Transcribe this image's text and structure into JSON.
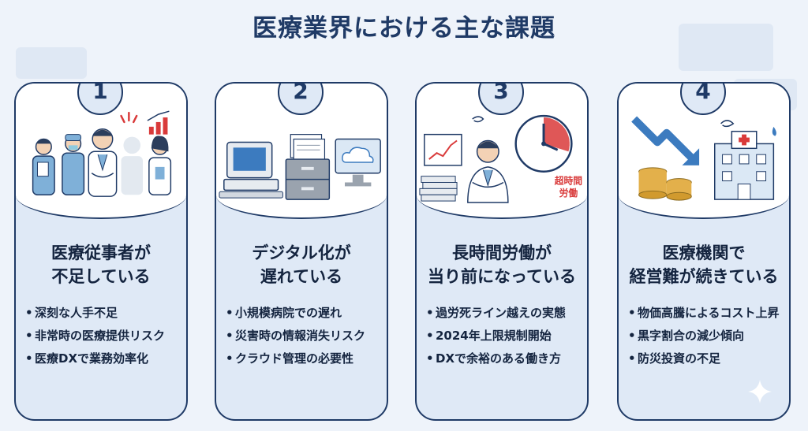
{
  "title": "医療業界における主な課題",
  "cards": [
    {
      "number": "1",
      "heading": [
        "医療従事者が",
        "不足している"
      ],
      "bullets": [
        "深刻な人手不足",
        "非常時の医療提供リスク",
        "医療DXで業務効率化"
      ],
      "icon": "medical-staff-shortage-illustration"
    },
    {
      "number": "2",
      "heading": [
        "デジタル化が",
        "遅れている"
      ],
      "bullets": [
        "小規模病院での遅れ",
        "災害時の情報消失リスク",
        "クラウド管理の必要性"
      ],
      "icon": "digitalization-illustration"
    },
    {
      "number": "3",
      "heading": [
        "長時間労働が",
        "当り前になっている"
      ],
      "bullets": [
        "過労死ライン越えの実態",
        "2024年上限規制開始",
        "DXで余裕のある働き方"
      ],
      "icon": "long-working-hours-illustration",
      "illustration_text": [
        "超時間",
        "労働"
      ]
    },
    {
      "number": "4",
      "heading": [
        "医療機関で",
        "経営難が続きている"
      ],
      "bullets": [
        "物価高騰によるコスト上昇",
        "黒字割合の減少傾向",
        "防災投資の不足"
      ],
      "icon": "hospital-financial-difficulty-illustration"
    }
  ],
  "colors": {
    "navy": "#1f3a66",
    "card_bg": "#dfe9f6",
    "page_bg": "#eef3fa",
    "accent_red": "#d93a3a"
  }
}
